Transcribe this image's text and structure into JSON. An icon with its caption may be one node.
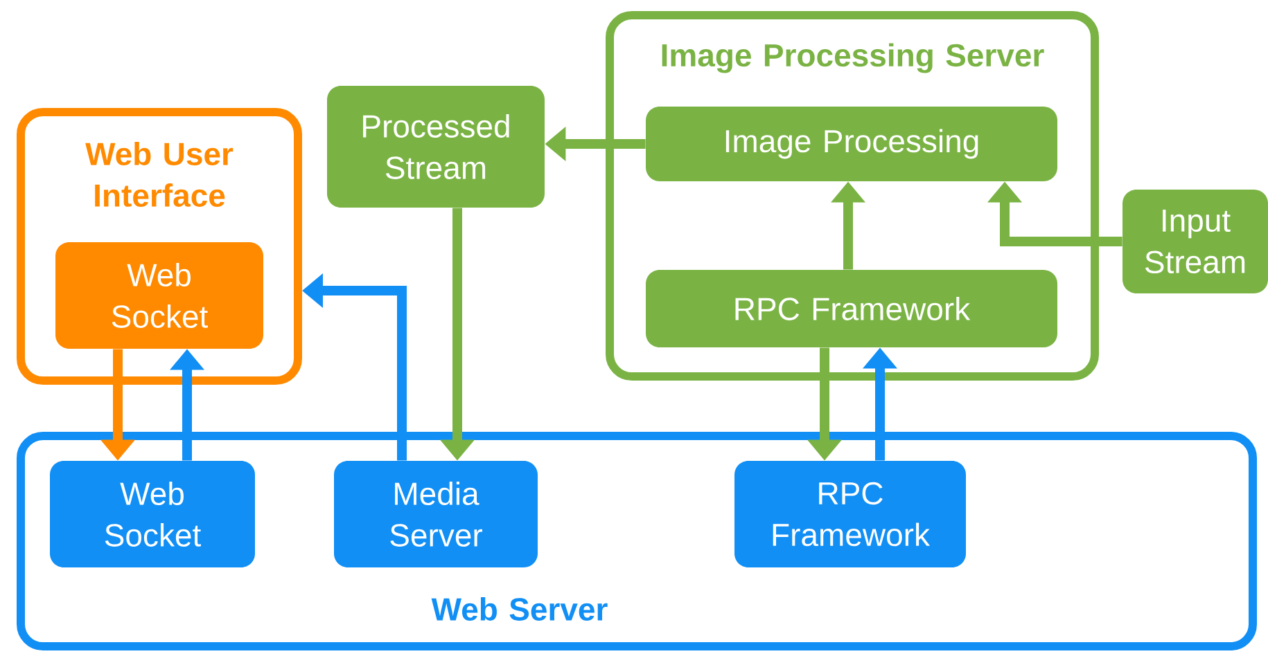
{
  "diagram": {
    "nodes": [
      {
        "text": [
          "Web User Interface"
        ]
      },
      {
        "text": [
          "Web Socket"
        ],
        "in": 0
      },
      {
        "text": [
          "Processed Stream"
        ]
      },
      {
        "text": [
          "Image Processing Server"
        ]
      },
      {
        "text": [
          "Image Processing"
        ],
        "in": 3
      },
      {
        "text": [
          "RPC Framework"
        ],
        "in": 3
      },
      {
        "text": [
          "Input Stream"
        ]
      },
      {
        "text": [
          "Web Server"
        ]
      },
      {
        "text": [
          "Web Socket"
        ],
        "in": 7
      },
      {
        "text": [
          "Media Server"
        ],
        "in": 7
      },
      {
        "text": [
          "RPC Framework"
        ],
        "in": 7
      }
    ],
    "edges": [
      {
        "from": 4,
        "to": 2,
        "arrow": "to"
      },
      {
        "from": 2,
        "to": 9,
        "arrow": "to"
      },
      {
        "from": 5,
        "to": 4,
        "arrow": "to"
      },
      {
        "from": 6,
        "to": 4,
        "arrow": "to"
      },
      {
        "from": 1,
        "to": 8,
        "arrow": "to",
        "color": "#ff8a00"
      },
      {
        "from": 8,
        "to": 1,
        "arrow": "to",
        "color": "#118ff5"
      },
      {
        "from": 9,
        "to": 0,
        "arrow": "to",
        "color": "#118ff5"
      },
      {
        "from": 5,
        "to": 10,
        "arrow": "to"
      },
      {
        "from": 10,
        "to": 5,
        "arrow": "to",
        "color": "#118ff5"
      }
    ]
  }
}
